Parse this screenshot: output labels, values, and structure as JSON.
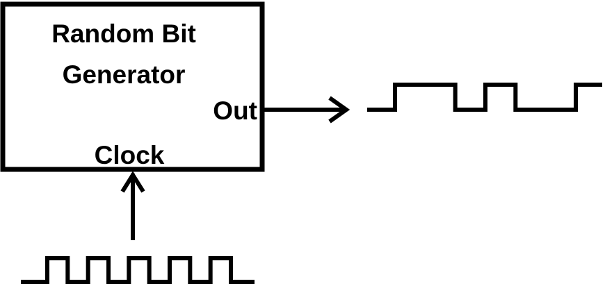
{
  "block": {
    "title_line1": "Random Bit",
    "title_line2": "Generator",
    "output_port": "Out",
    "clock_port": "Clock"
  },
  "colors": {
    "stroke": "#000000",
    "background": "#ffffff"
  },
  "signals": {
    "clock_waveform": [
      0,
      1,
      0,
      1,
      0,
      1,
      0,
      1,
      0,
      1,
      0
    ],
    "output_waveform": [
      0,
      1,
      1,
      0,
      1,
      0,
      0,
      1
    ]
  }
}
